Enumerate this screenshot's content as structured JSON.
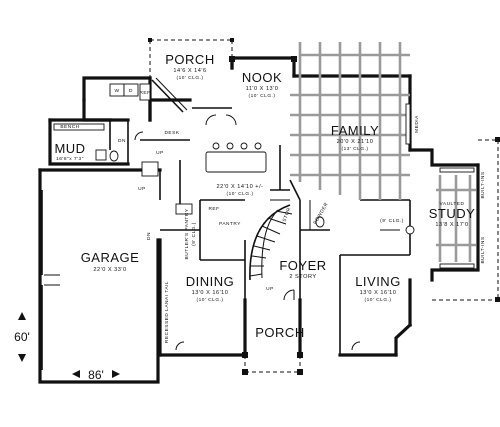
{
  "rooms": {
    "porch_top": {
      "name": "PORCH",
      "dims": "14'6 X 14'6",
      "ceiling": "(10' CLG.)"
    },
    "nook": {
      "name": "NOOK",
      "dims": "11'0 X 13'0",
      "ceiling": "(10' CLG.)"
    },
    "family": {
      "name": "FAMILY",
      "dims": "20'0 X 21'10",
      "ceiling": "(13' CLG.)"
    },
    "mud": {
      "name": "MUD",
      "dims": "16'8\"x 7'3\""
    },
    "kitchen": {
      "dims": "22'0 X 14'10 +/-",
      "ceiling": "(10' CLG.)"
    },
    "study": {
      "note": "VAULTED",
      "name": "STUDY",
      "dims": "13'8 X 17'0"
    },
    "garage": {
      "name": "GARAGE",
      "dims": "22'0 X 33'0"
    },
    "foyer": {
      "name": "FOYER",
      "note": "2 STORY"
    },
    "dining": {
      "name": "DINING",
      "dims": "13'0 X 16'10",
      "ceiling": "(10' CLG.)"
    },
    "living": {
      "name": "LIVING",
      "dims": "13'0 X 16'10",
      "ceiling": "(10' CLG.)"
    },
    "porch_front": {
      "name": "PORCH"
    }
  },
  "labels": {
    "bench": "BENCH",
    "w": "W",
    "d": "D",
    "ref_upper": "REF",
    "desk": "DESK",
    "dn": "DN",
    "up_left": "UP",
    "pantry": "PANTRY",
    "ref_lower": "REF",
    "butlers_pantry": "BUTLER'S PANTRY",
    "butlers_ceiling": "(9' CLG.)",
    "storage": "STOR",
    "powder": "POWDER",
    "media": "MEDIA",
    "built_ins_1": "BUILT-INS",
    "built_ins_2": "BUILT-INS",
    "ceiling_9": "(9' CLG.)",
    "up_foyer": "UP",
    "up_garage": "UP",
    "recessed": "RECESSED LANAI TAIL",
    "dn_garage": "DN"
  },
  "dimensions": {
    "depth": "60'",
    "width": "86'"
  }
}
